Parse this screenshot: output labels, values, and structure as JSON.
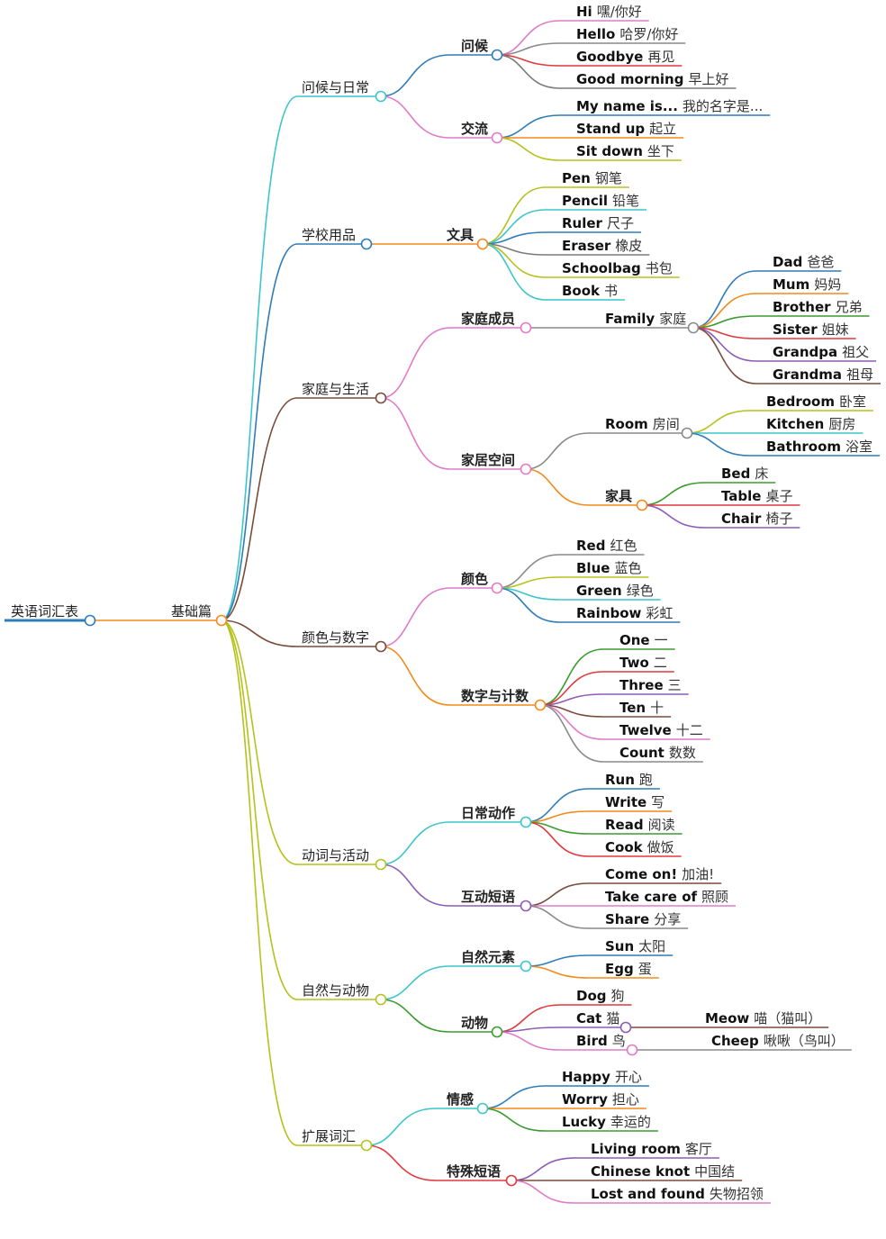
{
  "root": "英语词汇表",
  "level1": "基础篇",
  "sections": [
    {
      "label": "问候与日常",
      "color": "#3cc6cc",
      "groups": [
        {
          "label": "问候",
          "color": "#2f7db8",
          "leaves": [
            {
              "en": "Hi",
              "zh": "嘿/你好",
              "color": "#e07bc8"
            },
            {
              "en": "Hello",
              "zh": "哈罗/你好",
              "color": "#8a8a8a"
            },
            {
              "en": "Goodbye",
              "zh": "再见",
              "color": "#e0393e"
            },
            {
              "en": "Good morning",
              "zh": "早上好",
              "color": "#7a7a7a"
            }
          ]
        },
        {
          "label": "交流",
          "color": "#e07bc8",
          "leaves": [
            {
              "en": "My name is...",
              "zh": "我的名字是...",
              "color": "#2f7db8"
            },
            {
              "en": "Stand up",
              "zh": "起立",
              "color": "#f28a1b"
            },
            {
              "en": "Sit down",
              "zh": "坐下",
              "color": "#b5c21b"
            }
          ]
        }
      ]
    },
    {
      "label": "学校用品",
      "color": "#2f7db8",
      "groups": [
        {
          "label": "文具",
          "color": "#f28a1b",
          "leaves": [
            {
              "en": "Pen",
              "zh": "钢笔",
              "color": "#b5c21b"
            },
            {
              "en": "Pencil",
              "zh": "铅笔",
              "color": "#3cc6cc"
            },
            {
              "en": "Ruler",
              "zh": "尺子",
              "color": "#2f7db8"
            },
            {
              "en": "Eraser",
              "zh": "橡皮",
              "color": "#7a7a7a"
            },
            {
              "en": "Schoolbag",
              "zh": "书包",
              "color": "#b5c21b"
            },
            {
              "en": "Book",
              "zh": "书",
              "color": "#3cc6cc"
            }
          ]
        }
      ]
    },
    {
      "label": "家庭与生活",
      "color": "#7a4b3a",
      "groups": [
        {
          "label": "家庭成员",
          "color": "#e07bc8",
          "sub": [
            {
              "label": "Family",
              "zh": "家庭",
              "color": "#8a8a8a",
              "leaves": [
                {
                  "en": "Dad",
                  "zh": "爸爸",
                  "color": "#2f7db8"
                },
                {
                  "en": "Mum",
                  "zh": "妈妈",
                  "color": "#f28a1b"
                },
                {
                  "en": "Brother",
                  "zh": "兄弟",
                  "color": "#3a9b2e"
                },
                {
                  "en": "Sister",
                  "zh": "姐妹",
                  "color": "#e0393e"
                },
                {
                  "en": "Grandpa",
                  "zh": "祖父",
                  "color": "#8e5bb5"
                },
                {
                  "en": "Grandma",
                  "zh": "祖母",
                  "color": "#7a4b3a"
                }
              ]
            }
          ]
        },
        {
          "label": "家居空间",
          "color": "#e07bc8",
          "sub": [
            {
              "label": "Room",
              "zh": "房间",
              "color": "#8a8a8a",
              "leaves": [
                {
                  "en": "Bedroom",
                  "zh": "卧室",
                  "color": "#b5c21b"
                },
                {
                  "en": "Kitchen",
                  "zh": "厨房",
                  "color": "#3cc6cc"
                },
                {
                  "en": "Bathroom",
                  "zh": "浴室",
                  "color": "#2f7db8"
                }
              ]
            },
            {
              "label": "家具",
              "color": "#f28a1b",
              "leaves": [
                {
                  "en": "Bed",
                  "zh": "床",
                  "color": "#3a9b2e"
                },
                {
                  "en": "Table",
                  "zh": "桌子",
                  "color": "#e0393e"
                },
                {
                  "en": "Chair",
                  "zh": "椅子",
                  "color": "#8e5bb5"
                }
              ]
            }
          ]
        }
      ]
    },
    {
      "label": "颜色与数字",
      "color": "#7a4b3a",
      "groups": [
        {
          "label": "颜色",
          "color": "#e07bc8",
          "leaves": [
            {
              "en": "Red",
              "zh": "红色",
              "color": "#8a8a8a"
            },
            {
              "en": "Blue",
              "zh": "蓝色",
              "color": "#b5c21b"
            },
            {
              "en": "Green",
              "zh": "绿色",
              "color": "#3cc6cc"
            },
            {
              "en": "Rainbow",
              "zh": "彩虹",
              "color": "#2f7db8"
            }
          ]
        },
        {
          "label": "数字与计数",
          "color": "#f28a1b",
          "leaves": [
            {
              "en": "One",
              "zh": "一",
              "color": "#3a9b2e"
            },
            {
              "en": "Two",
              "zh": "二",
              "color": "#e0393e"
            },
            {
              "en": "Three",
              "zh": "三",
              "color": "#8e5bb5"
            },
            {
              "en": "Ten",
              "zh": "十",
              "color": "#7a4b3a"
            },
            {
              "en": "Twelve",
              "zh": "十二",
              "color": "#e07bc8"
            },
            {
              "en": "Count",
              "zh": "数数",
              "color": "#8a8a8a"
            }
          ]
        }
      ]
    },
    {
      "label": "动词与活动",
      "color": "#b5c21b",
      "groups": [
        {
          "label": "日常动作",
          "color": "#3cc6cc",
          "leaves": [
            {
              "en": "Run",
              "zh": "跑",
              "color": "#2f7db8"
            },
            {
              "en": "Write",
              "zh": "写",
              "color": "#f28a1b"
            },
            {
              "en": "Read",
              "zh": "阅读",
              "color": "#3a9b2e"
            },
            {
              "en": "Cook",
              "zh": "做饭",
              "color": "#e0393e"
            }
          ]
        },
        {
          "label": "互动短语",
          "color": "#8e5bb5",
          "leaves": [
            {
              "en": "Come on!",
              "zh": "加油!",
              "color": "#7a4b3a"
            },
            {
              "en": "Take care of",
              "zh": "照顾",
              "color": "#e07bc8"
            },
            {
              "en": "Share",
              "zh": "分享",
              "color": "#8a8a8a"
            }
          ]
        }
      ]
    },
    {
      "label": "自然与动物",
      "color": "#b5c21b",
      "groups": [
        {
          "label": "自然元素",
          "color": "#3cc6cc",
          "leaves": [
            {
              "en": "Sun",
              "zh": "太阳",
              "color": "#2f7db8"
            },
            {
              "en": "Egg",
              "zh": "蛋",
              "color": "#f28a1b"
            }
          ]
        },
        {
          "label": "动物",
          "color": "#3a9b2e",
          "leaves": [
            {
              "en": "Dog",
              "zh": "狗",
              "color": "#e0393e"
            },
            {
              "en": "Cat",
              "zh": "猫",
              "color": "#8e5bb5",
              "child": {
                "en": "Meow",
                "zh": "喵（猫叫）",
                "color": "#7a4b3a"
              }
            },
            {
              "en": "Bird",
              "zh": "鸟",
              "color": "#e07bc8",
              "child": {
                "en": "Cheep",
                "zh": "啾啾（鸟叫）",
                "color": "#8a8a8a"
              }
            }
          ]
        }
      ]
    },
    {
      "label": "扩展词汇",
      "color": "#b5c21b",
      "groups": [
        {
          "label": "情感",
          "color": "#3cc6cc",
          "leaves": [
            {
              "en": "Happy",
              "zh": "开心",
              "color": "#2f7db8"
            },
            {
              "en": "Worry",
              "zh": "担心",
              "color": "#f28a1b"
            },
            {
              "en": "Lucky",
              "zh": "幸运的",
              "color": "#3a9b2e"
            }
          ]
        },
        {
          "label": "特殊短语",
          "color": "#e0393e",
          "leaves": [
            {
              "en": "Living room",
              "zh": "客厅",
              "color": "#8e5bb5"
            },
            {
              "en": "Chinese knot",
              "zh": "中国结",
              "color": "#7a4b3a"
            },
            {
              "en": "Lost and found",
              "zh": "失物招领",
              "color": "#e07bc8"
            }
          ]
        }
      ]
    }
  ]
}
